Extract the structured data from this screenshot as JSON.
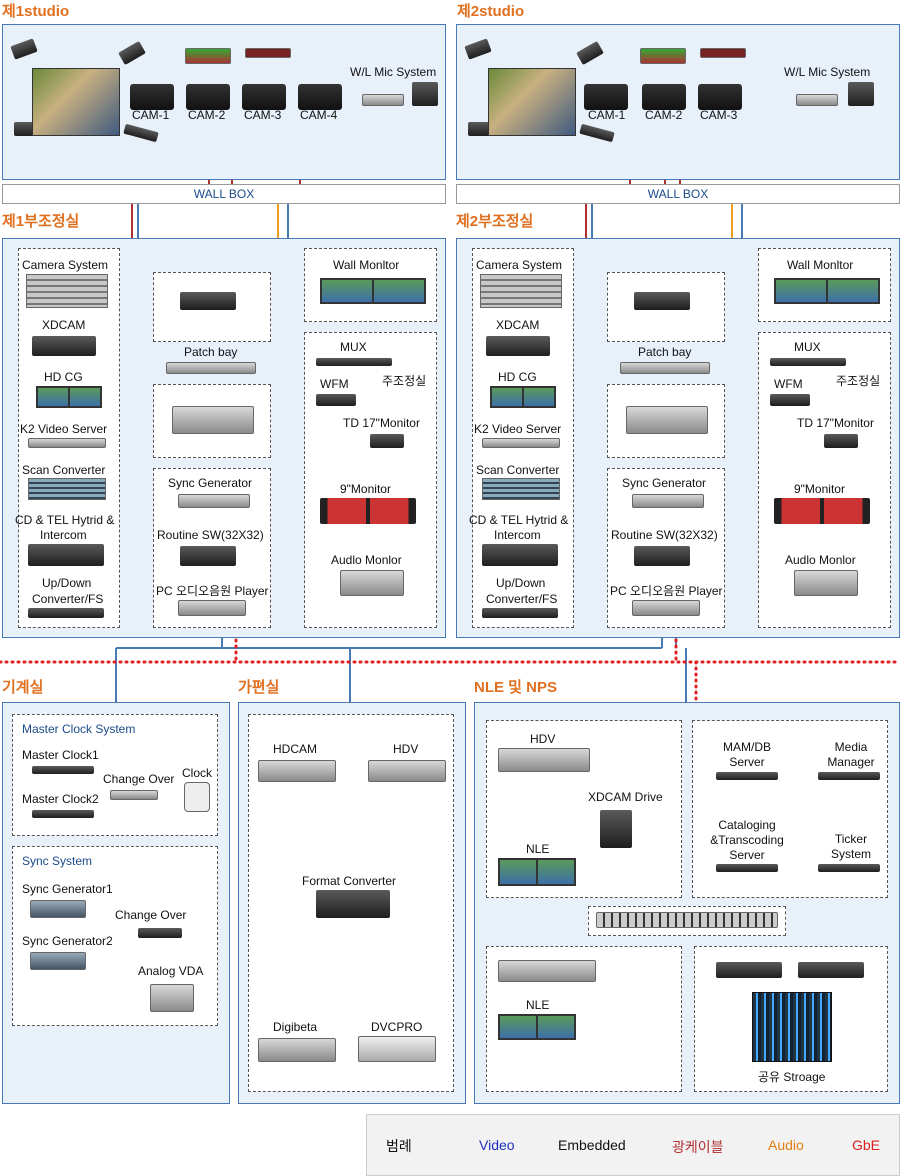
{
  "studio1": {
    "title": "제1studio",
    "wl_mic": "W/L Mic System",
    "cams": [
      "CAM-1",
      "CAM-2",
      "CAM-3",
      "CAM-4"
    ]
  },
  "studio2": {
    "title": "제2studio",
    "wl_mic": "W/L Mic System",
    "cams": [
      "CAM-1",
      "CAM-2",
      "CAM-3"
    ]
  },
  "wall_box": "WALL BOX",
  "sub1": {
    "title": "제1부조정실"
  },
  "sub2": {
    "title": "제2부조정실"
  },
  "sub": {
    "left": [
      "Camera System",
      "XDCAM",
      "HD CG",
      "K2 Video Server",
      "Scan Converter",
      "CD & TEL Hytrid &",
      "Intercom",
      "Up/Down",
      "Converter/FS"
    ],
    "patch_bay": "Patch bay",
    "sync_gen": "Sync Generator",
    "routine": "Routine SW(32X32)",
    "pc_audio": "PC 오디오음원 Player",
    "wall_monitor": "Wall Monltor",
    "mux": "MUX",
    "main_ctrl": "주조정실",
    "wfm": "WFM",
    "td_monitor": "TD 17\"Monitor",
    "nine_monitor": "9\"Monitor",
    "audio_monitor": "Audlo Monlor"
  },
  "machine": {
    "title": "기계실",
    "master_clock_system": "Master Clock System",
    "master_clock1": "Master Clock1",
    "master_clock2": "Master Clock2",
    "change_over": "Change Over",
    "clock": "Clock",
    "sync_system": "Sync System",
    "sync_gen1": "Sync Generator1",
    "sync_gen2": "Sync Generator2",
    "change_over2": "Change Over",
    "analog_vda": "Analog VDA"
  },
  "edit": {
    "title": "가편실",
    "hdcam": "HDCAM",
    "hdv": "HDV",
    "format_converter": "Format Converter",
    "digibeta": "Digibeta",
    "dvcpro": "DVCPRO"
  },
  "nle": {
    "title": "NLE 및 NPS",
    "hdv": "HDV",
    "xdcam_drive": "XDCAM Drive",
    "nle1": "NLE",
    "nle2": "NLE",
    "mam1": "MAM/DB",
    "mam2": "Server",
    "media1": "Media",
    "media2": "Manager",
    "cat1": "Cataloging",
    "cat2": "&Transcoding",
    "cat3": "Server",
    "ticker1": "Ticker",
    "ticker2": "System",
    "storage": "공유 Stroage"
  },
  "legend": {
    "title": "범례",
    "video": "Video",
    "embedded": "Embedded",
    "fiber": "광케이블",
    "audio": "Audio",
    "gbe": "GbE"
  },
  "colors": {
    "video": "#4a7ab5",
    "embedded": "#000000",
    "fiber": "#b03030",
    "audio": "#f0a020",
    "gbe": "#e02020",
    "title": "#e07020"
  }
}
